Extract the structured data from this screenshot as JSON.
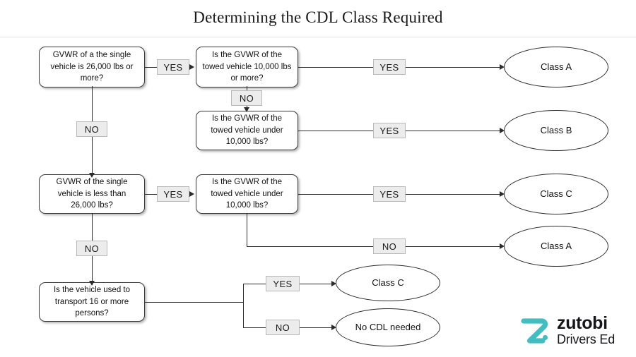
{
  "page": {
    "title": "Determining the CDL Class Required"
  },
  "nodes": {
    "q1": "GVWR of a the single vehicle is 26,000 lbs or more?",
    "q2": "Is the GVWR of the towed vehicle 10,000 lbs or more?",
    "q3": "Is the GVWR of the towed vehicle under 10,000 lbs?",
    "q4": "GVWR of the single vehicle is less than 26,000 lbs?",
    "q5": "Is the GVWR of the towed vehicle under 10,000 lbs?",
    "q6": "Is the vehicle used to transport 16 or more persons?"
  },
  "results": {
    "r1": "Class A",
    "r2": "Class B",
    "r3": "Class C",
    "r4": "Class A",
    "r5": "Class C",
    "r6": "No CDL needed"
  },
  "edge_labels": {
    "yes1": "YES",
    "no1": "NO",
    "yes2": "YES",
    "no2": "NO",
    "yes3": "YES",
    "yes4": "YES",
    "yes5": "YES",
    "no3": "NO",
    "yes6": "YES",
    "no4": "NO"
  },
  "logo": {
    "mark": "zutobi-z-mark",
    "name": "zutobi",
    "subtitle": "Drivers Ed",
    "brand_color": "#45bdc0"
  },
  "colors": {
    "node_border": "#3b3b3b",
    "connector": "#2b2b2b",
    "label_bg": "#ececec",
    "label_border": "#b9b9b9",
    "background": "#ffffff",
    "rule": "#e2e2e2"
  },
  "chart_data": {
    "type": "diagram",
    "title": "Determining the CDL Class Required",
    "flow": [
      {
        "from": "q1",
        "label": "YES",
        "to": "q2"
      },
      {
        "from": "q1",
        "label": "NO",
        "to": "q4"
      },
      {
        "from": "q2",
        "label": "YES",
        "to": "r1"
      },
      {
        "from": "q2",
        "label": "NO",
        "to": "q3"
      },
      {
        "from": "q3",
        "label": "YES",
        "to": "r2"
      },
      {
        "from": "q4",
        "label": "YES",
        "to": "q5"
      },
      {
        "from": "q4",
        "label": "NO",
        "to": "q6"
      },
      {
        "from": "q5",
        "label": "YES",
        "to": "r3"
      },
      {
        "from": "q5",
        "label": "NO",
        "to": "r4"
      },
      {
        "from": "q6",
        "label": "YES",
        "to": "r5"
      },
      {
        "from": "q6",
        "label": "NO",
        "to": "r6"
      }
    ]
  }
}
